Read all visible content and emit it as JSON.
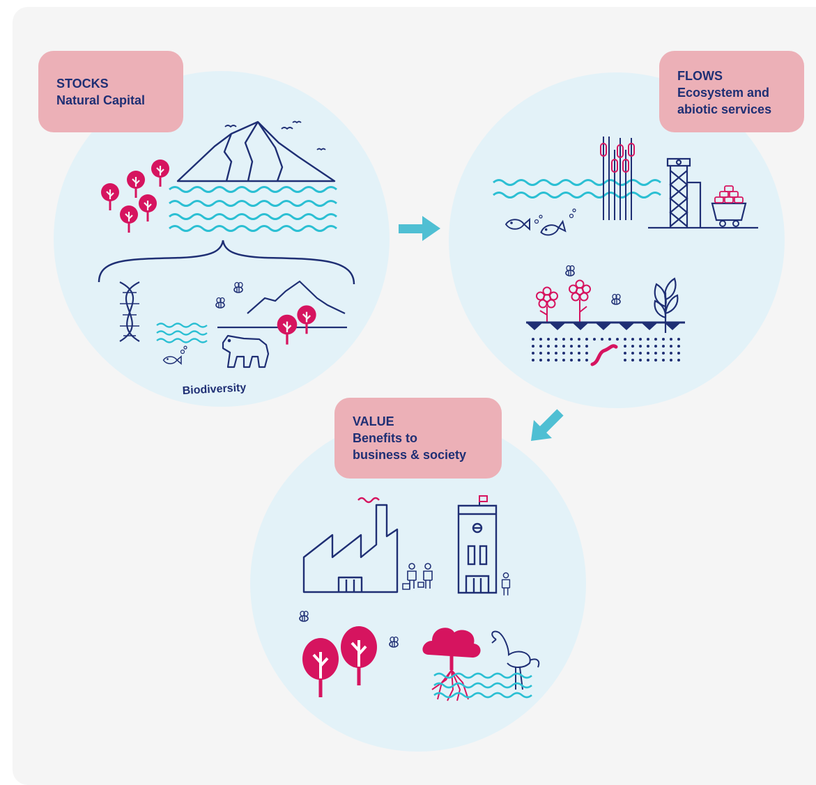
{
  "colors": {
    "background": "#f5f5f5",
    "circle": "#e3f2f8",
    "label_box": "#ecb0b7",
    "navy": "#1f2f74",
    "cyan": "#2bbfd3",
    "magenta": "#d6145f",
    "arrow": "#4fbfd3"
  },
  "stocks": {
    "title": "STOCKS",
    "subtitle": "Natural Capital",
    "biodiversity_label": "Biodiversity"
  },
  "flows": {
    "title": "FLOWS",
    "subtitle_line1": "Ecosystem and",
    "subtitle_line2": "abiotic services"
  },
  "value": {
    "title": "VALUE",
    "subtitle_line1": "Benefits to",
    "subtitle_line2": "business & society"
  },
  "icons": {
    "stocks": [
      "mountain-icon",
      "waves-icon",
      "tree-icon",
      "bird-icon",
      "dna-icon",
      "fish-icon",
      "bee-icon",
      "bear-icon",
      "hill-icon"
    ],
    "flows": [
      "waves-icon",
      "fish-icon",
      "reeds-icon",
      "mine-tower-icon",
      "mine-cart-icon",
      "flower-icon",
      "bee-icon",
      "plant-icon",
      "soil-icon",
      "worm-icon"
    ],
    "value": [
      "factory-icon",
      "building-icon",
      "people-icon",
      "tree-icon",
      "bee-icon",
      "mangrove-icon",
      "flamingo-icon"
    ]
  }
}
